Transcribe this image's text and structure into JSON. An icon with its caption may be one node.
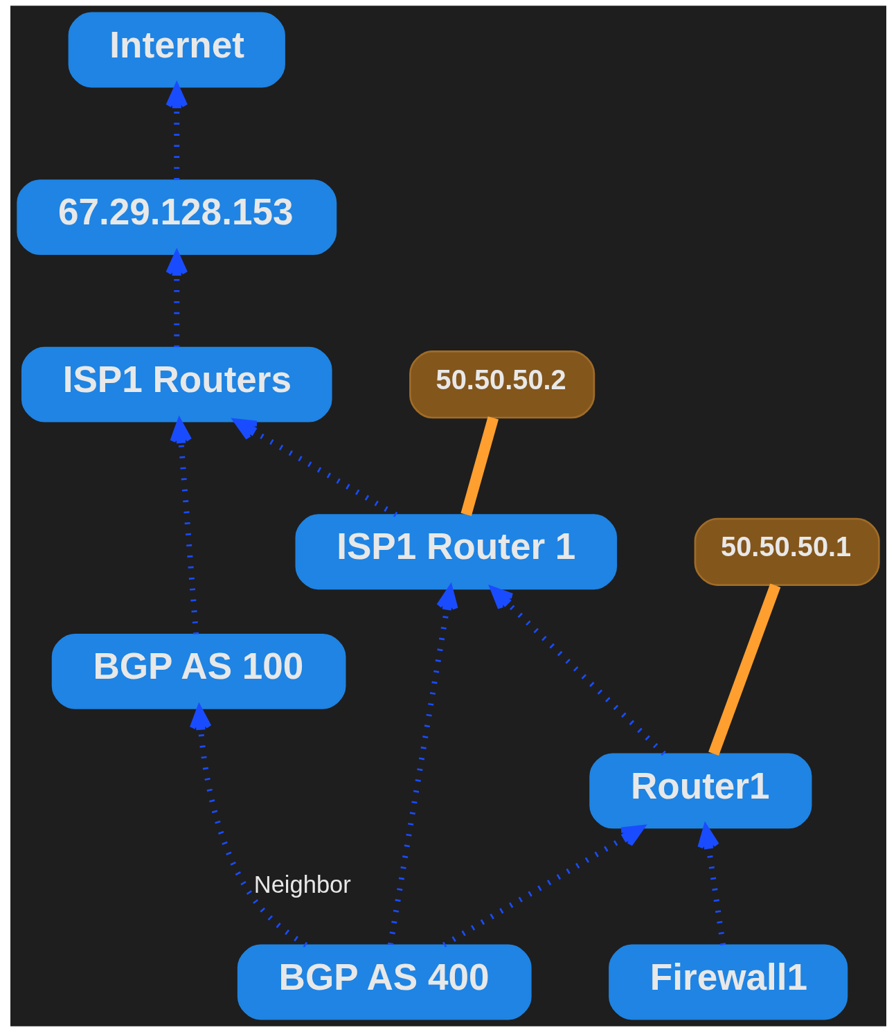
{
  "diagram": {
    "nodes": [
      {
        "text": [
          "Internet"
        ]
      },
      {
        "text": [
          "67.29.128.153"
        ]
      },
      {
        "text": [
          "BGP AS 100"
        ]
      },
      {
        "text": [
          "ISP1 Routers"
        ]
      },
      {
        "text": [
          "BGP AS 400"
        ]
      },
      {
        "text": [
          "ISP1 Router 1"
        ]
      },
      {
        "text": [
          "50.50.50.2"
        ]
      },
      {
        "text": [
          "50.50.50.1"
        ]
      },
      {
        "text": [
          "Router1"
        ]
      },
      {
        "text": [
          "Firewall1"
        ]
      }
    ],
    "edges": [
      {
        "from": 1,
        "to": 0,
        "arrow": "to",
        "style": "dashed"
      },
      {
        "from": 3,
        "to": 1,
        "arrow": "to",
        "style": "dashed"
      },
      {
        "from": 2,
        "to": 3,
        "arrow": "to",
        "style": "dashed"
      },
      {
        "from": 4,
        "to": 2,
        "arrow": "to",
        "label": "Neighbor",
        "style": "dashed"
      },
      {
        "from": 5,
        "to": 3,
        "arrow": "to",
        "style": "dashed"
      },
      {
        "from": 4,
        "to": 5,
        "arrow": "to",
        "style": "dashed"
      },
      {
        "from": 4,
        "to": 8,
        "arrow": "to",
        "style": "dashed"
      },
      {
        "from": 8,
        "to": 5,
        "arrow": "to",
        "style": "dashed"
      },
      {
        "from": 9,
        "to": 8,
        "arrow": "to",
        "style": "dashed"
      },
      {
        "from": 5,
        "to": 6,
        "arrow": "none",
        "style": "thick",
        "color": "#ff9f2f"
      },
      {
        "from": 8,
        "to": 7,
        "arrow": "none",
        "style": "thick",
        "color": "#ff9f2f"
      }
    ]
  }
}
